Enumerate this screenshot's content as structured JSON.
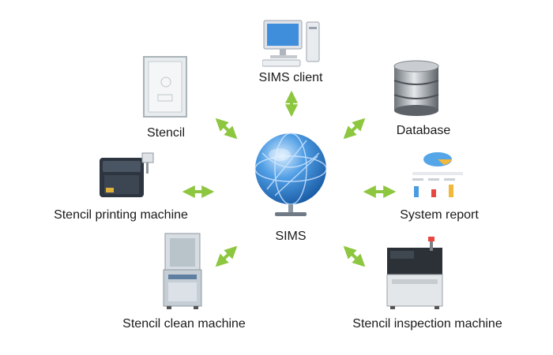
{
  "center": {
    "label": "SIMS",
    "icon": "globe-icon"
  },
  "nodes": [
    {
      "id": "sims-client",
      "label": "SIMS client",
      "icon": "computer-icon"
    },
    {
      "id": "stencil",
      "label": "Stencil",
      "icon": "stencil-frame-icon"
    },
    {
      "id": "database",
      "label": "Database",
      "icon": "database-icon"
    },
    {
      "id": "printing-machine",
      "label": "Stencil printing machine",
      "icon": "printer-machine-icon"
    },
    {
      "id": "system-report",
      "label": "System report",
      "icon": "report-chart-icon"
    },
    {
      "id": "clean-machine",
      "label": "Stencil clean machine",
      "icon": "cleaning-machine-icon"
    },
    {
      "id": "inspection-machine",
      "label": "Stencil inspection machine",
      "icon": "inspection-machine-icon"
    }
  ],
  "colors": {
    "arrow": "#8dc63f",
    "globe": "#2f7fd0",
    "text": "#1a1a1a"
  }
}
